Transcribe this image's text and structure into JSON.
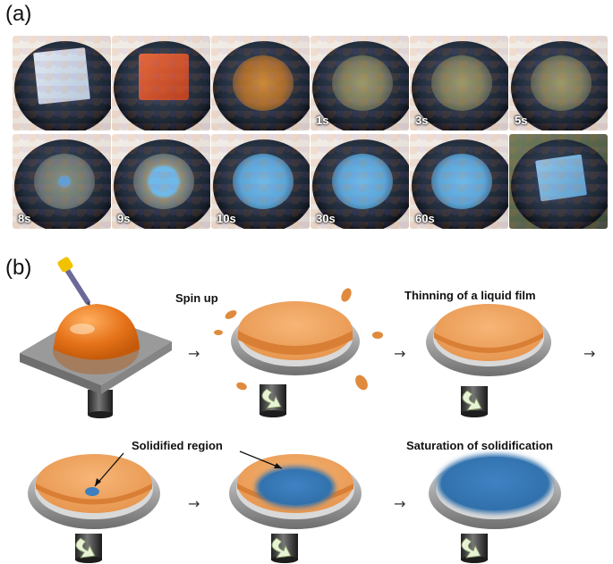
{
  "panel_a": {
    "label": "(a)",
    "frames": [
      {
        "time": "",
        "state": "substrate"
      },
      {
        "time": "",
        "state": "dropped"
      },
      {
        "time": "",
        "state": "spread"
      },
      {
        "time": "1s",
        "state": "thin"
      },
      {
        "time": "3s",
        "state": "thin"
      },
      {
        "time": "5s",
        "state": "thin"
      },
      {
        "time": "8s",
        "state": "nucleus"
      },
      {
        "time": "9s",
        "state": "growing"
      },
      {
        "time": "10s",
        "state": "solid"
      },
      {
        "time": "30s",
        "state": "solid"
      },
      {
        "time": "60s",
        "state": "solid"
      },
      {
        "time": "",
        "state": "removed"
      }
    ]
  },
  "panel_b": {
    "label": "(b)",
    "captions": {
      "spin_up": "Spin up",
      "thinning": "Thinning of a liquid film",
      "solidified": "Solidified region",
      "saturation": "Saturation of solidification"
    },
    "arrow_glyph": "→"
  },
  "colors": {
    "liquid": "#f0a35e",
    "drop": "#e6731a",
    "solid": "#3e7fbf",
    "chuck_rim": "#9a9a9a",
    "photo_film": "#6fb9e8"
  }
}
